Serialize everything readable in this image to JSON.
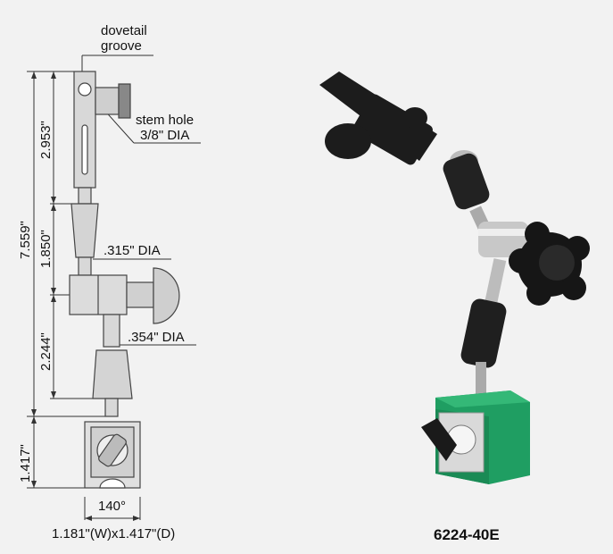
{
  "diagram": {
    "callouts": {
      "dovetail_line1": "dovetail",
      "dovetail_line2": "groove",
      "stem_line1": "stem hole",
      "stem_line2": "3/8\" DIA",
      "dia_upper": ".315\" DIA",
      "dia_lower": ".354\" DIA",
      "angle": "140°",
      "base_size": "1.181\"(W)x1.417\"(D)"
    },
    "dimensions": {
      "overall": "7.559\"",
      "upper_arm": "2.953\"",
      "middle_arm": "1.850\"",
      "lower_arm": "2.244\"",
      "base_height": "1.417\""
    }
  },
  "product": {
    "model": "6224-40E"
  },
  "colors": {
    "base_green": "#1f9e62",
    "background": "#f2f2f2",
    "drawing_grey": "#d9d9d9"
  }
}
